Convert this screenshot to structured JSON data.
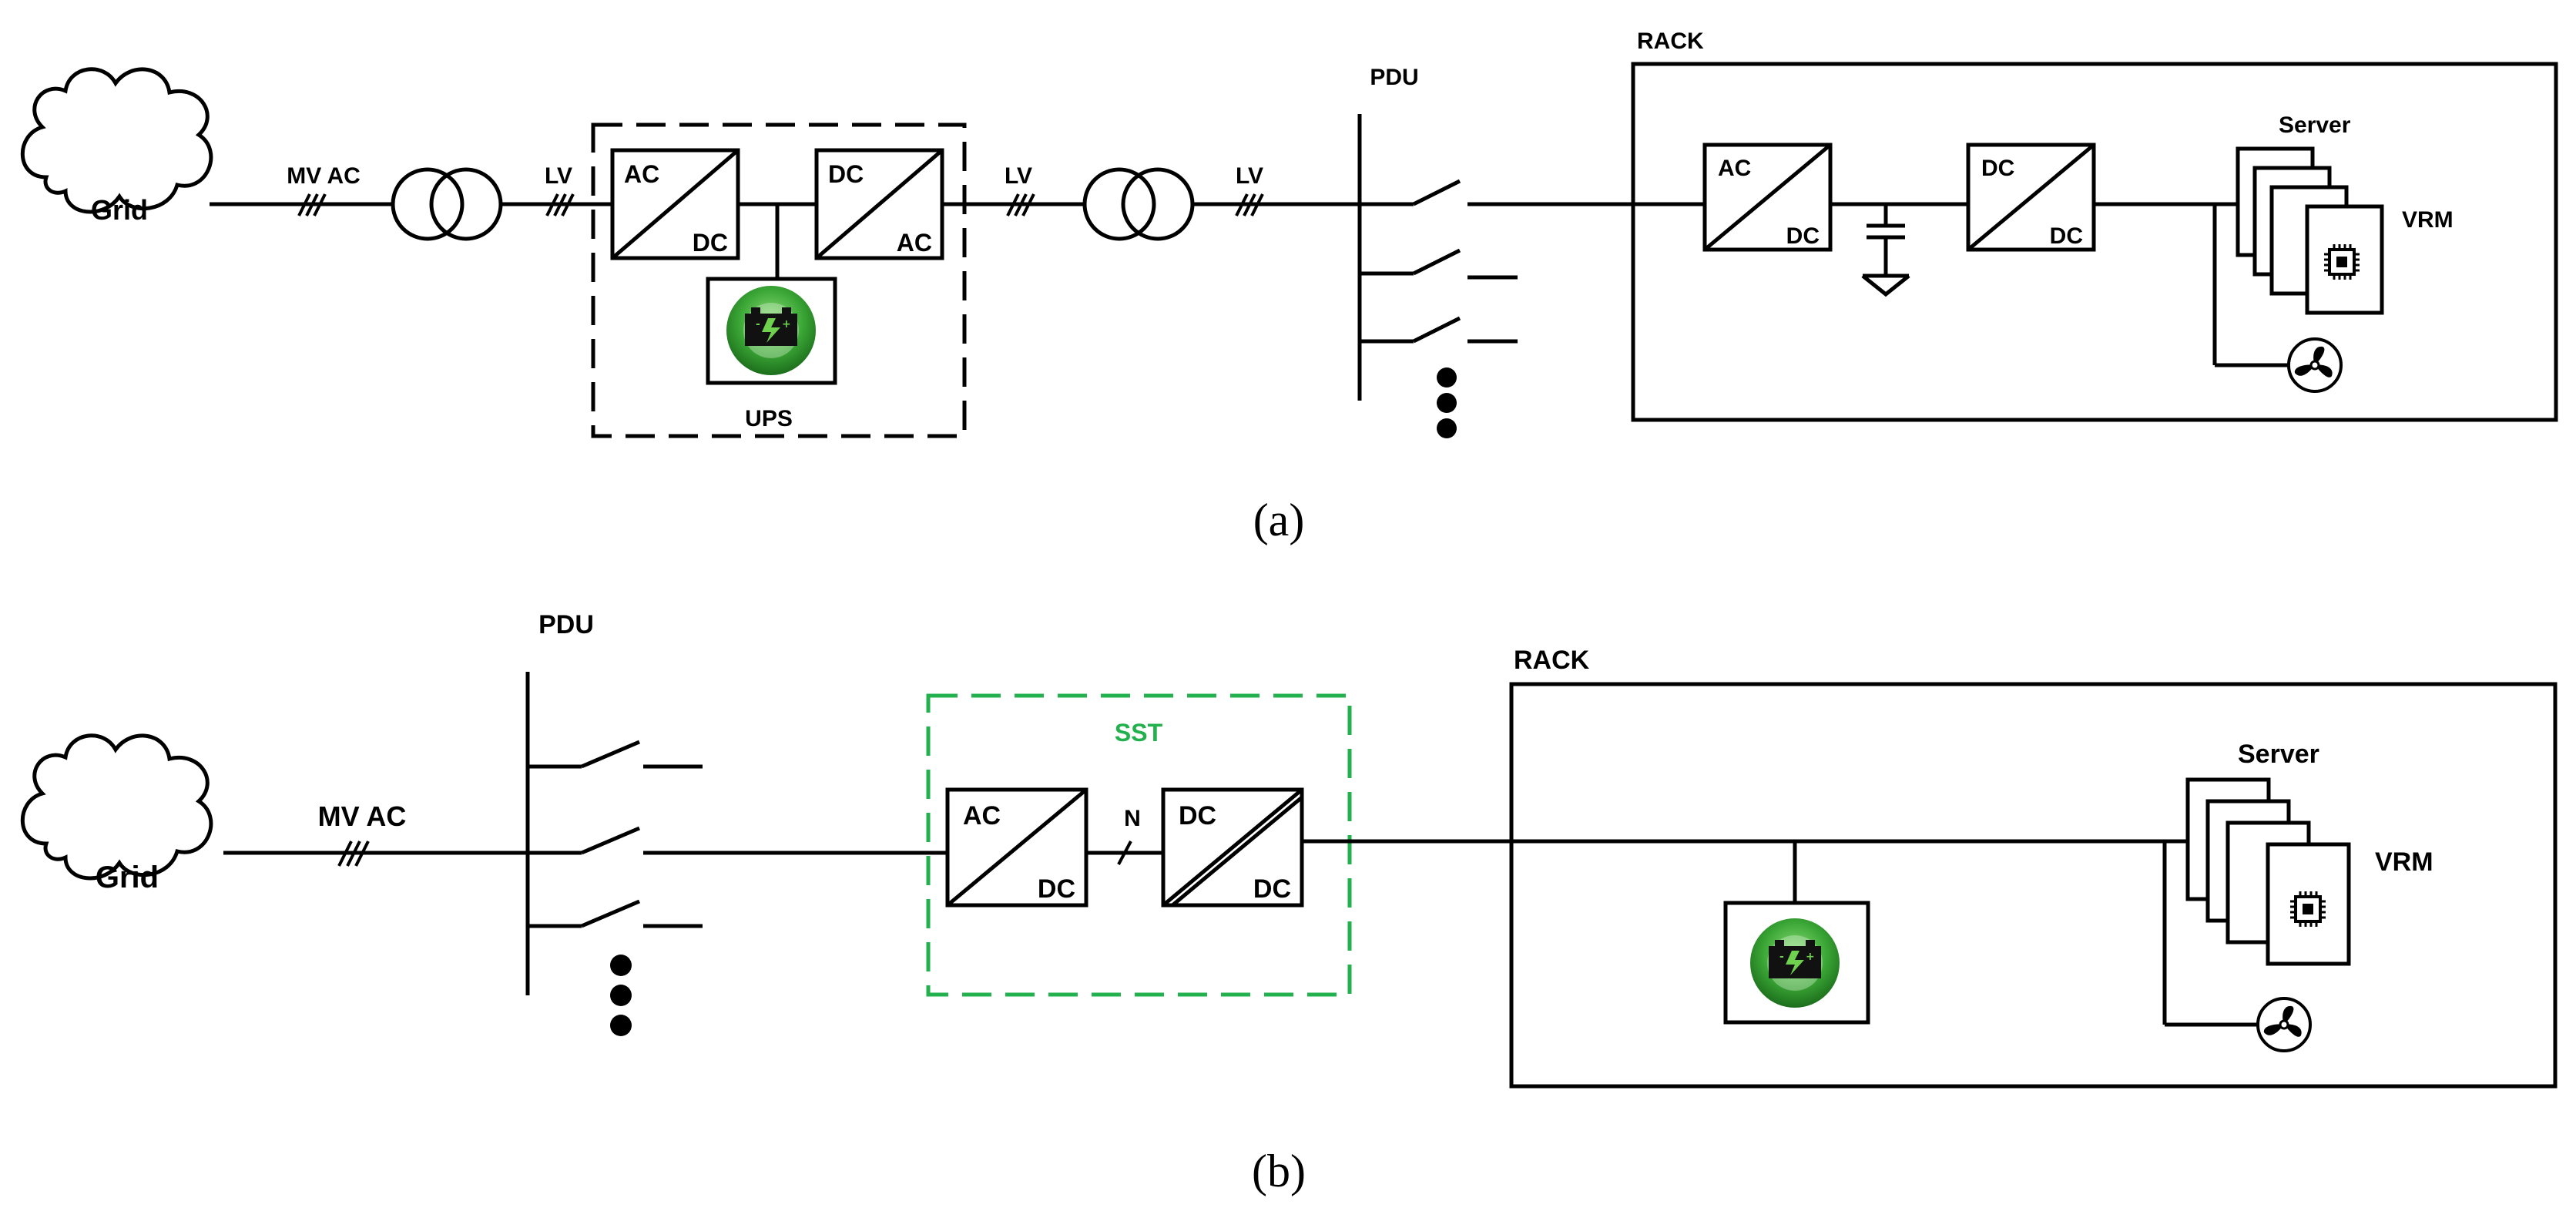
{
  "diagram_a": {
    "grid": "Grid",
    "mv_ac": "MV AC",
    "lv_1": "LV",
    "lv_2": "LV",
    "lv_3": "LV",
    "ups_rect_top": "AC",
    "ups_rect_bottom": "DC",
    "ups_inv_top": "DC",
    "ups_inv_bottom": "AC",
    "ups": "UPS",
    "pdu": "PDU",
    "rack": "RACK",
    "rack_acdc_top": "AC",
    "rack_acdc_bottom": "DC",
    "rack_dcdc_top": "DC",
    "rack_dcdc_bottom": "DC",
    "server": "Server",
    "vrm": "VRM",
    "caption": "(a)"
  },
  "diagram_b": {
    "grid": "Grid",
    "mv_ac": "MV AC",
    "pdu": "PDU",
    "sst": "SST",
    "sst_acdc_top": "AC",
    "sst_acdc_bottom": "DC",
    "n_label": "N",
    "sst_dcdc_top": "DC",
    "sst_dcdc_bottom": "DC",
    "rack": "RACK",
    "server": "Server",
    "vrm": "VRM",
    "caption": "(b)"
  },
  "colors": {
    "sst_green": "#22b14c",
    "battery_green": "#3aa635",
    "line": "#000000"
  },
  "icons": [
    "cloud-icon",
    "transformer-icon",
    "battery-icon",
    "capacitor-icon",
    "ground-icon",
    "chip-icon",
    "fan-icon",
    "switch-icon"
  ]
}
